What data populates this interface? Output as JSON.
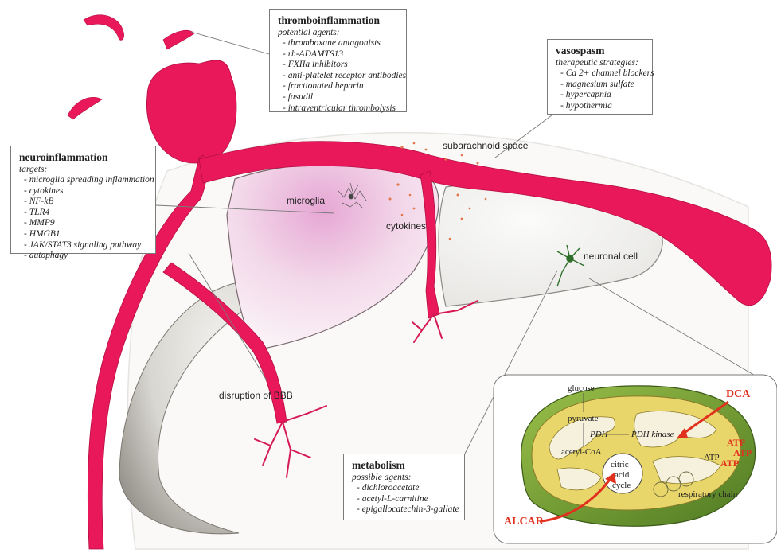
{
  "colors": {
    "vessel": "#e8185a",
    "vessel_dark": "#c8103f",
    "membrane_gray": "#a6a39a",
    "mito_outer": "#6f9a2a",
    "mito_inner": "#d8c24a",
    "accent_red": "#e0301e"
  },
  "boxes": {
    "thromboinflammation": {
      "title": "thromboinflammation",
      "subtitle": "potential agents:",
      "items": [
        "- thromboxane antagonists",
        "- rh-ADAMTS13",
        "- FXIIa inhibitors",
        "- anti-platelet receptor antibodies",
        "- fractionated heparin",
        "- fasudil",
        "- intraventricular thrombolysis"
      ]
    },
    "vasospasm": {
      "title": "vasospasm",
      "subtitle": "therapeutic strategies:",
      "items": [
        "- Ca 2+ channel blockers",
        "- magnesium sulfate",
        "- hypercapnia",
        "- hypothermia"
      ]
    },
    "neuroinflammation": {
      "title": "neuroinflammation",
      "subtitle": "targets:",
      "items": [
        "- microglia spreading inflammation",
        "- cytokines",
        "- NF-kB",
        "- TLR4",
        "- MMP9",
        "- HMGB1",
        "- JAK/STAT3 signaling pathway",
        "- autophagy"
      ]
    },
    "metabolism": {
      "title": "metabolism",
      "subtitle": "possible agents:",
      "items": [
        "- dichloroacetate",
        "- acetyl-L-carnitine",
        "- epigallocatechin-3-gallate"
      ]
    }
  },
  "labels": {
    "subarachnoid": "subarachnoid space",
    "microglia": "microglia",
    "cytokines": "cytokines",
    "neuronal_cell": "neuronal cell",
    "bbb": "disruption of BBB"
  },
  "mito": {
    "glucose": "glucose",
    "pyruvate": "pyruvate",
    "pdh": "PDH",
    "pdh_kinase": "PDH kinase",
    "acetyl_coa": "acetyl-CoA",
    "citric": "citric",
    "acid": "acid",
    "cycle": "cycle",
    "atp_small": "ATP",
    "respiratory_chain": "respiratory chain",
    "dca": "DCA",
    "alcar": "ALCAR",
    "atp_list": [
      "ATP",
      "ATP",
      "ATP"
    ]
  }
}
